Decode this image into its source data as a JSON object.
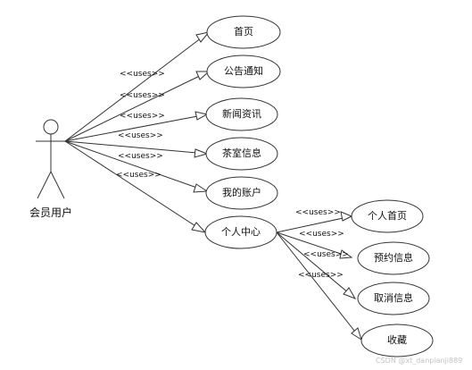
{
  "actor": {
    "label": "会员用户"
  },
  "stereotype": "<<uses>>",
  "use_cases": {
    "home": "首页",
    "announcement": "公告通知",
    "news": "新闻资讯",
    "tea_room": "茶室信息",
    "account": "我的账户",
    "personal_center": "个人中心",
    "personal_home": "个人首页",
    "booking_info": "预约信息",
    "cancel_info": "取消信息",
    "favorites": "收藏"
  },
  "watermark": "CSDN @xt_danpianji889"
}
